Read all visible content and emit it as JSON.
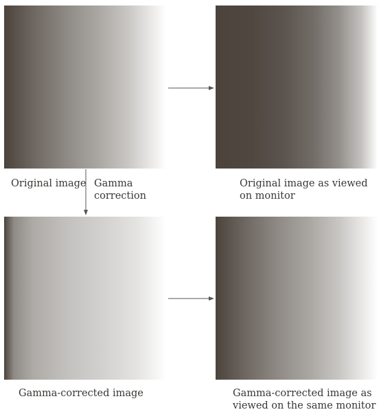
{
  "colors": {
    "dark": "#4b433c",
    "light": "#ffffff",
    "arrow": "#555555"
  },
  "labels": {
    "original_image": "Original image",
    "gamma_correction": "Gamma\ncorrection",
    "original_as_viewed": "Original image as viewed\non monitor",
    "gamma_corrected_image": "Gamma-corrected image",
    "gamma_corrected_as_viewed": "Gamma-corrected image as\nviewed on the same monitor"
  }
}
